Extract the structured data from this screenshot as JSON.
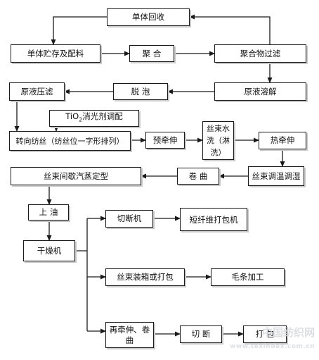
{
  "nodes": {
    "monomer_recovery": "单体回收",
    "monomer_storage": "单体贮存及配料",
    "polymerization": "聚 合",
    "polymer_filtration": "聚合物过滤",
    "dope_press_filtration": "原液压滤",
    "deaeration": "脱 泡",
    "polymer_dissolution": "原液溶解",
    "tio2_prefix": "TiO",
    "tio2_sub": "2",
    "tio2_suffix": "消光剂调配",
    "spinning": "转向纺丝（纺丝位一字形排列）",
    "pre_drawing": "预牵伸",
    "tow_washing": "丝束水洗（淋洗）",
    "hot_drawing": "热牵伸",
    "steam_setting": "丝束间歇汽蒸定型",
    "crimping": "卷 曲",
    "conditioning": "丝束调温调湿",
    "oiling": "上 油",
    "drying": "干燥机",
    "cutting_1": "切断机",
    "staple_packing": "短纤维打包机",
    "tow_boxing": "丝束装箱或打包",
    "top_processing": "毛条加工",
    "redraw_crimp": "再牵伸、卷曲",
    "cutting_2": "切 断",
    "packing": "打 包"
  },
  "watermark": {
    "text": "中国纺织网",
    "url": "www.texindex.com.cn"
  },
  "colors": {
    "stroke": "#1a1a1a",
    "shadow": "#c9c9c9",
    "watermark": "#d9dde2"
  }
}
